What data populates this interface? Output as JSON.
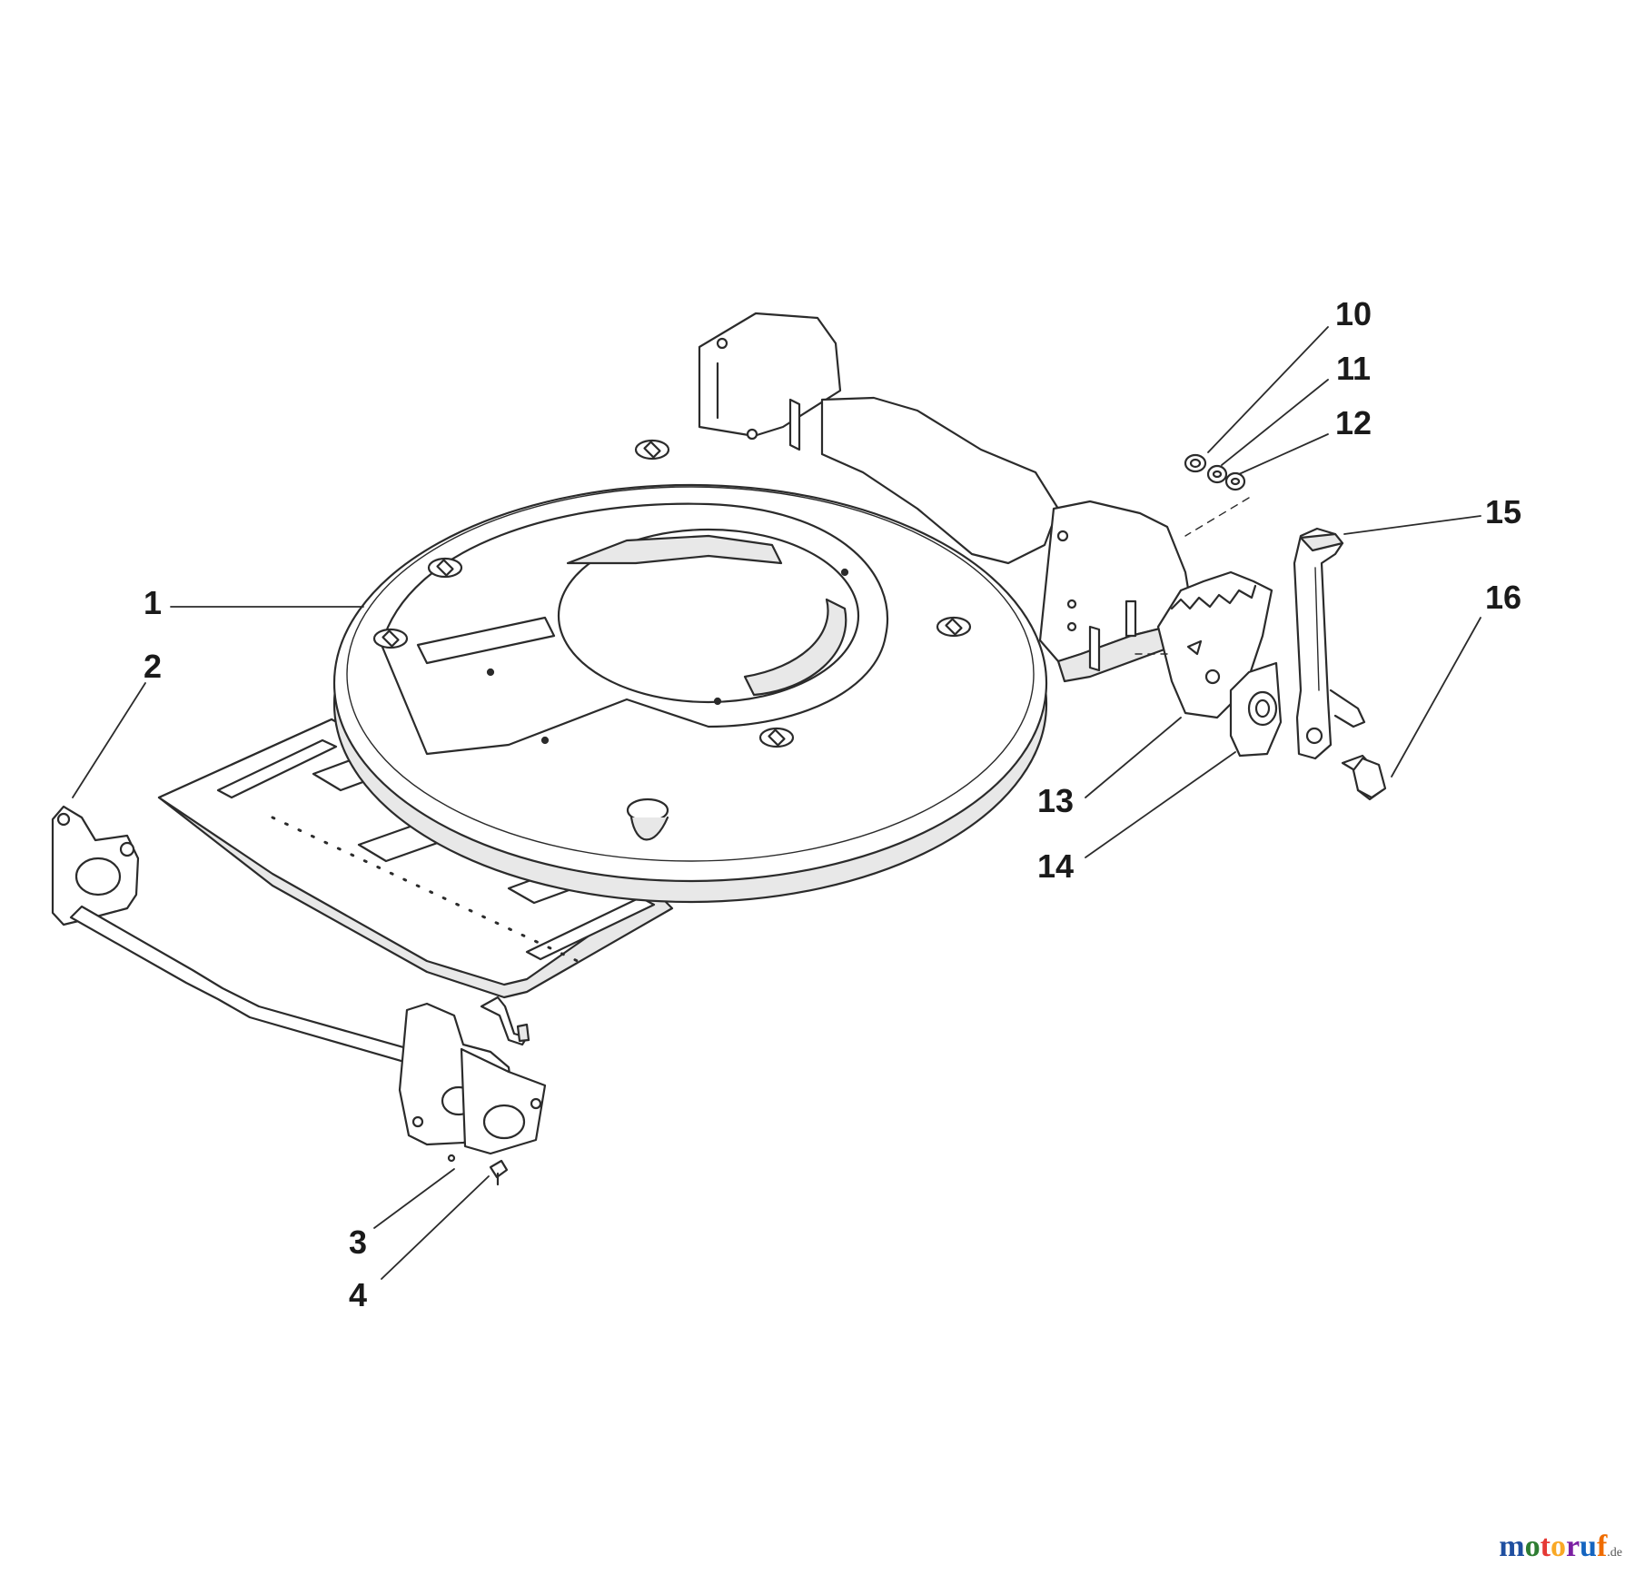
{
  "callouts": [
    {
      "id": "c1",
      "label": "1"
    },
    {
      "id": "c2",
      "label": "2"
    },
    {
      "id": "c3",
      "label": "3"
    },
    {
      "id": "c4",
      "label": "4"
    },
    {
      "id": "c10",
      "label": "10"
    },
    {
      "id": "c11",
      "label": "11"
    },
    {
      "id": "c12",
      "label": "12"
    },
    {
      "id": "c13",
      "label": "13"
    },
    {
      "id": "c14",
      "label": "14"
    },
    {
      "id": "c15",
      "label": "15"
    },
    {
      "id": "c16",
      "label": "16"
    }
  ],
  "watermark": {
    "brand": "motoruf",
    "tld": ".de",
    "colors": [
      "#1f4fa0",
      "#2e7d32",
      "#e53935",
      "#f9a825",
      "#7b1fa2",
      "#1565c0",
      "#ef6c00"
    ]
  },
  "style": {
    "line_color": "#2b2b2b",
    "fill_color": "#ffffff",
    "shade_color": "#e8e8e8"
  }
}
